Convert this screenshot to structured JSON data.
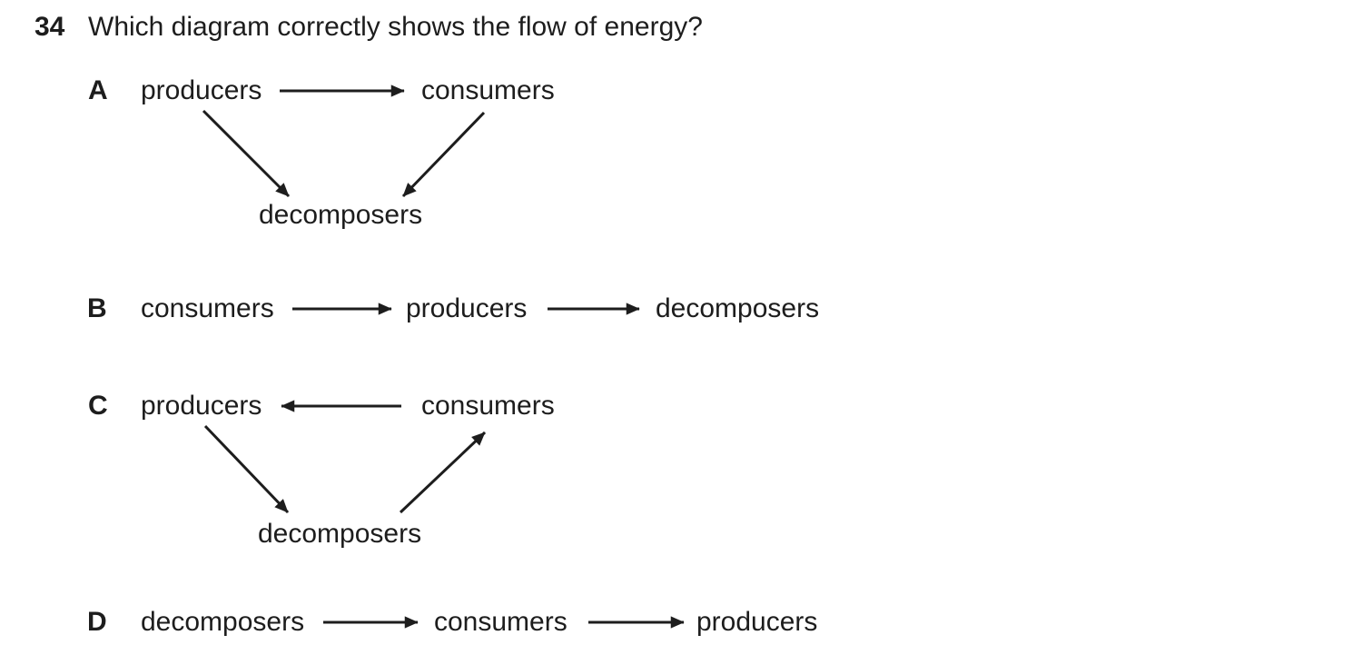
{
  "question": {
    "number": "34",
    "text": "Which diagram correctly shows the flow of energy?"
  },
  "colors": {
    "ink": "#1d1d1d",
    "background": "#ffffff"
  },
  "options": {
    "A": {
      "letter": "A",
      "layout": "triangle",
      "nodes": {
        "top_left": "producers",
        "top_right": "consumers",
        "bottom": "decomposers"
      },
      "flows": [
        "producers → consumers",
        "producers → decomposers",
        "consumers → decomposers"
      ]
    },
    "B": {
      "letter": "B",
      "layout": "chain",
      "nodes": {
        "first": "consumers",
        "second": "producers",
        "third": "decomposers"
      },
      "flows": [
        "consumers → producers",
        "producers → decomposers"
      ]
    },
    "C": {
      "letter": "C",
      "layout": "triangle",
      "nodes": {
        "top_left": "producers",
        "top_right": "consumers",
        "bottom": "decomposers"
      },
      "flows": [
        "consumers → producers",
        "producers → decomposers",
        "decomposers → consumers"
      ]
    },
    "D": {
      "letter": "D",
      "layout": "chain",
      "nodes": {
        "first": "decomposers",
        "second": "consumers",
        "third": "producers"
      },
      "flows": [
        "decomposers → consumers",
        "consumers → producers"
      ]
    }
  }
}
